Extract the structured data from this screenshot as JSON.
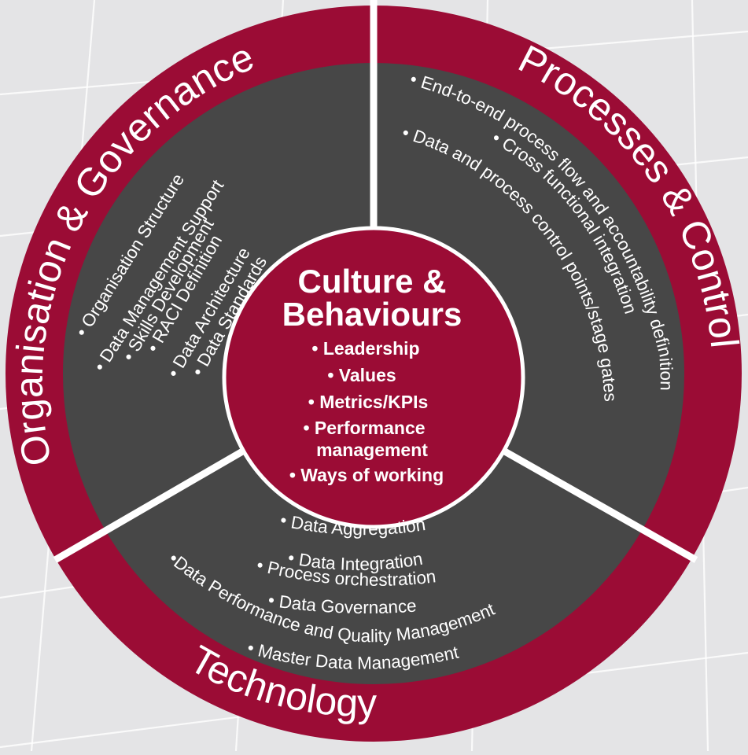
{
  "colors": {
    "background": "#e4e4e6",
    "ring": "#9b0c35",
    "sector": "#474747",
    "divider": "#ffffff",
    "text": "#ffffff"
  },
  "ring_titles": {
    "organisation": "Organisation & Governance",
    "processes": "Processes & Control",
    "technology": "Technology"
  },
  "organisation_items": [
    "• Organisation Structure",
    "• Data Management Support",
    "• Skills Development",
    "• RACI Definition",
    "• Data Architecture",
    "• Data Standards"
  ],
  "processes_items": [
    "• End-to-end process flow and accountability definition",
    "• Cross functional integration",
    "• Data and process control points/stage gates"
  ],
  "technology_items": [
    "• Data Aggregation",
    "• Data Integration",
    "• Process orchestration",
    "• Data Governance",
    "•Data Performance and Quality Management",
    "• Master Data Management"
  ],
  "center": {
    "title_line1": "Culture &",
    "title_line2": "Behaviours",
    "items": [
      "• Leadership",
      "• Values",
      "• Metrics/KPIs",
      "• Performance",
      "management",
      "• Ways of working"
    ]
  }
}
